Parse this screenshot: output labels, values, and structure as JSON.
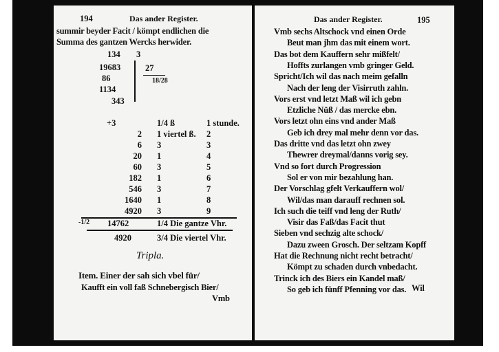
{
  "left_page": {
    "page_number": "194",
    "running_head": "Das ander Register.",
    "intro_lines": [
      "summir beyder Facit / kömpt endlichen die",
      "Summa des gantzen Wercks herwider."
    ],
    "division": {
      "dividend_lines": [
        "134",
        "19683",
        "86",
        "1134",
        "343"
      ],
      "divisor": "3",
      "quotient": "27",
      "fraction": "18/28"
    },
    "table": {
      "header": {
        "col1": "+3",
        "col2": "1/4 ß",
        "col3": "1 stunde."
      },
      "rows": [
        {
          "col1": "2",
          "col2": "1 viertel ß.",
          "col3": "2"
        },
        {
          "col1": "6",
          "col2": "3",
          "col3": "3"
        },
        {
          "col1": "20",
          "col2": "1",
          "col3": "4"
        },
        {
          "col1": "60",
          "col2": "3",
          "col3": "5"
        },
        {
          "col1": "182",
          "col2": "1",
          "col3": "6"
        },
        {
          "col1": "546",
          "col2": "3",
          "col3": "7"
        },
        {
          "col1": "1640",
          "col2": "1",
          "col3": "8"
        },
        {
          "col1": "4920",
          "col2": "3",
          "col3": "9"
        }
      ],
      "total": {
        "prefix": "-1/2",
        "value": "14762",
        "label": "1/4 Die gantze Vhr."
      },
      "quarter": {
        "value": "4920",
        "label": "3/4 Die viertel Vhr."
      }
    },
    "section_title": "Tripla.",
    "verse": [
      "Item.   Einer der sah sich vbel für/",
      "Kaufft ein voll faß Schnebergisch Bier/"
    ],
    "catchword": "Vmb"
  },
  "right_page": {
    "page_number": "195",
    "running_head": "Das ander Register.",
    "lines": [
      "Vmb sechs Altschock vnd einen Orde",
      "Beut man jhm das mit einem wort.",
      "Das bot dem Kauffern sehr mißfelt/",
      "Hoffts zurlangen vmb gringer Geld.",
      "Spricht/Ich wil das nach meim gefalln",
      "Nach der leng der Visirruth zahln.",
      "Vors erst vnd letzt Maß wil ich gebn",
      "Etzliche Nüß / das mercke ebn.",
      "Vors letzt ohn eins vnd ander Maß",
      "Geb ich drey mal mehr denn vor das.",
      "Das dritte vnd das letzt ohn zwey",
      "Thewrer dreymal/danns vorig sey.",
      "Vnd so fort durch Progression",
      "Sol er von mir bezahlung han.",
      "Der Vorschlag gfelt Verkauffern wol/",
      "Wil/das man darauff rechnen sol.",
      "Ich such die teiff vnd leng der Ruth/",
      "Visir das Faß/das Facit thut",
      "Sieben vnd sechzig alte schock/",
      "Dazu zween Grosch. Der seltzam Kopff",
      "Hat die Rechnung nicht recht betracht/",
      "Kömpt zu schaden durch vnbedacht.",
      "Trinck ich des Biers ein Kandel maß/",
      "So geb ich fünff Pfenning vor das."
    ],
    "catchword": "Wil"
  }
}
